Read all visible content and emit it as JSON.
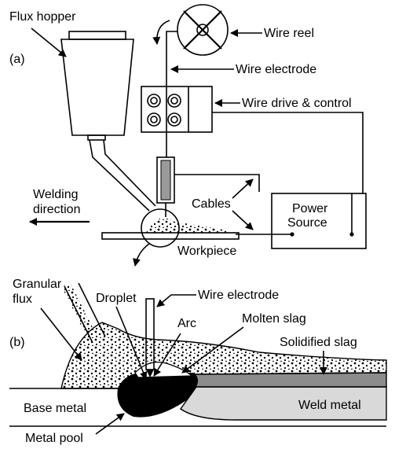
{
  "panel_a": {
    "label": "(a)",
    "flux_hopper": "Flux hopper",
    "wire_reel": "Wire reel",
    "wire_electrode": "Wire electrode",
    "wire_drive": "Wire drive & control",
    "welding_direction_1": "Welding",
    "welding_direction_2": "direction",
    "cables": "Cables",
    "power_source_1": "Power",
    "power_source_2": "Source",
    "workpiece": "Workpiece"
  },
  "panel_b": {
    "label": "(b)",
    "granular_flux_1": "Granular",
    "granular_flux_2": "flux",
    "droplet": "Droplet",
    "wire_electrode": "Wire electrode",
    "arc": "Arc",
    "molten_slag": "Molten slag",
    "solidified_slag": "Solidified slag",
    "base_metal": "Base metal",
    "weld_metal": "Weld metal",
    "metal_pool": "Metal pool"
  },
  "colors": {
    "line": "#000000",
    "weld_metal_fill": "#d9d9d9",
    "slag_fill": "#8c8c8c",
    "background": "#ffffff"
  }
}
